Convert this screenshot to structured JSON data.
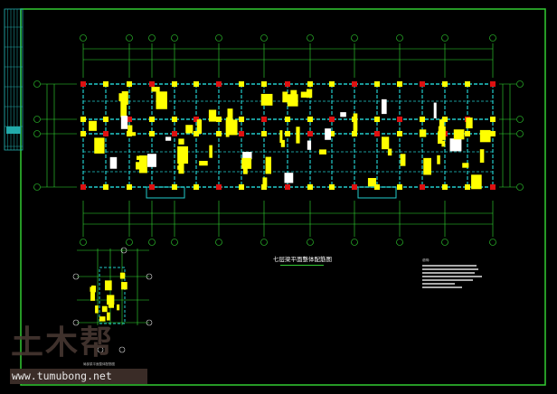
{
  "drawing": {
    "title": "七层梁平面整体配筋图",
    "notes_heading": "说明:",
    "sub_plan_title": "局部梁平面整体配筋图"
  },
  "watermark": {
    "logo_text": "土木帮",
    "url": "www.tumubong.net"
  },
  "colors": {
    "background": "#000000",
    "frame": "#33cc33",
    "axis": "#33dd33",
    "beam": "#22cccc",
    "column": "#ffff00",
    "column_red": "#dd1111",
    "annotation": "#ffff00"
  }
}
